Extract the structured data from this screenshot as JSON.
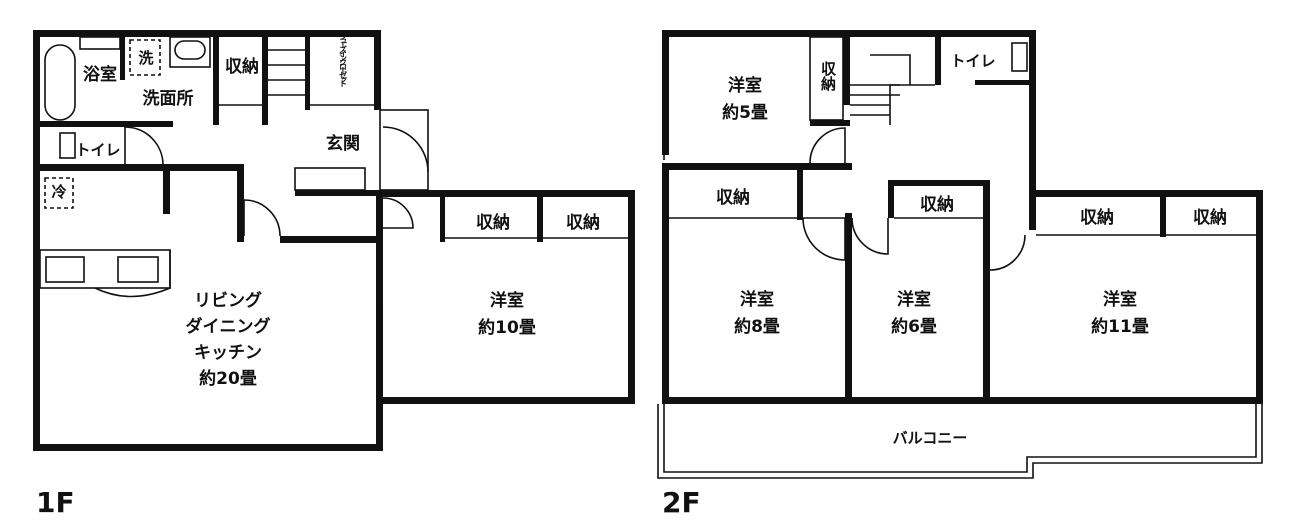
{
  "floor1": {
    "label": "1F",
    "rooms": {
      "bath": "浴室",
      "washer": "洗",
      "washroom": "洗面所",
      "storage_top": "収納",
      "shoe_closet": "シューズインクローゼット",
      "entrance": "玄関",
      "toilet": "トイレ",
      "fridge": "冷",
      "ldk_line1": "リビング",
      "ldk_line2": "ダイニング",
      "ldk_line3": "キッチン",
      "ldk_size": "約20畳",
      "storage_a": "収納",
      "storage_b": "収納",
      "western_room": "洋室",
      "western_size": "約10畳"
    }
  },
  "floor2": {
    "label": "2F",
    "rooms": {
      "room5": "洋室",
      "room5_size": "約5畳",
      "storage_v": "収納",
      "toilet": "トイレ",
      "storage_1": "収納",
      "storage_2": "収納",
      "storage_3": "収納",
      "storage_4": "収納",
      "room8": "洋室",
      "room8_size": "約8畳",
      "room6": "洋室",
      "room6_size": "約6畳",
      "room11": "洋室",
      "room11_size": "約11畳",
      "balcony": "バルコニー"
    }
  }
}
